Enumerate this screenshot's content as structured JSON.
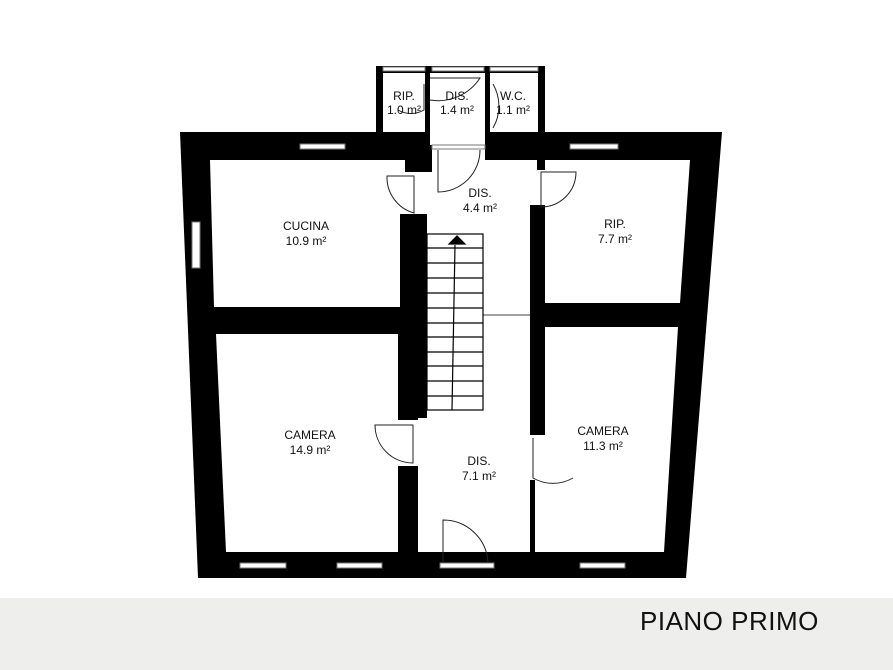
{
  "plan": {
    "title": "PIANO PRIMO",
    "wall_color": "#000000",
    "background": "#eeeeec",
    "rooms": [
      {
        "name": "RIP.",
        "area": "1.0 m²"
      },
      {
        "name": "DIS.",
        "area": "1.4 m²"
      },
      {
        "name": "W.C.",
        "area": "1.1 m²"
      },
      {
        "name": "DIS.",
        "area": "4.4 m²"
      },
      {
        "name": "CUCINA",
        "area": "10.9 m²"
      },
      {
        "name": "RIP.",
        "area": "7.7 m²"
      },
      {
        "name": "CAMERA",
        "area": "14.9 m²"
      },
      {
        "name": "DIS.",
        "area": "7.1 m²"
      },
      {
        "name": "CAMERA",
        "area": "11.3 m²"
      }
    ]
  }
}
